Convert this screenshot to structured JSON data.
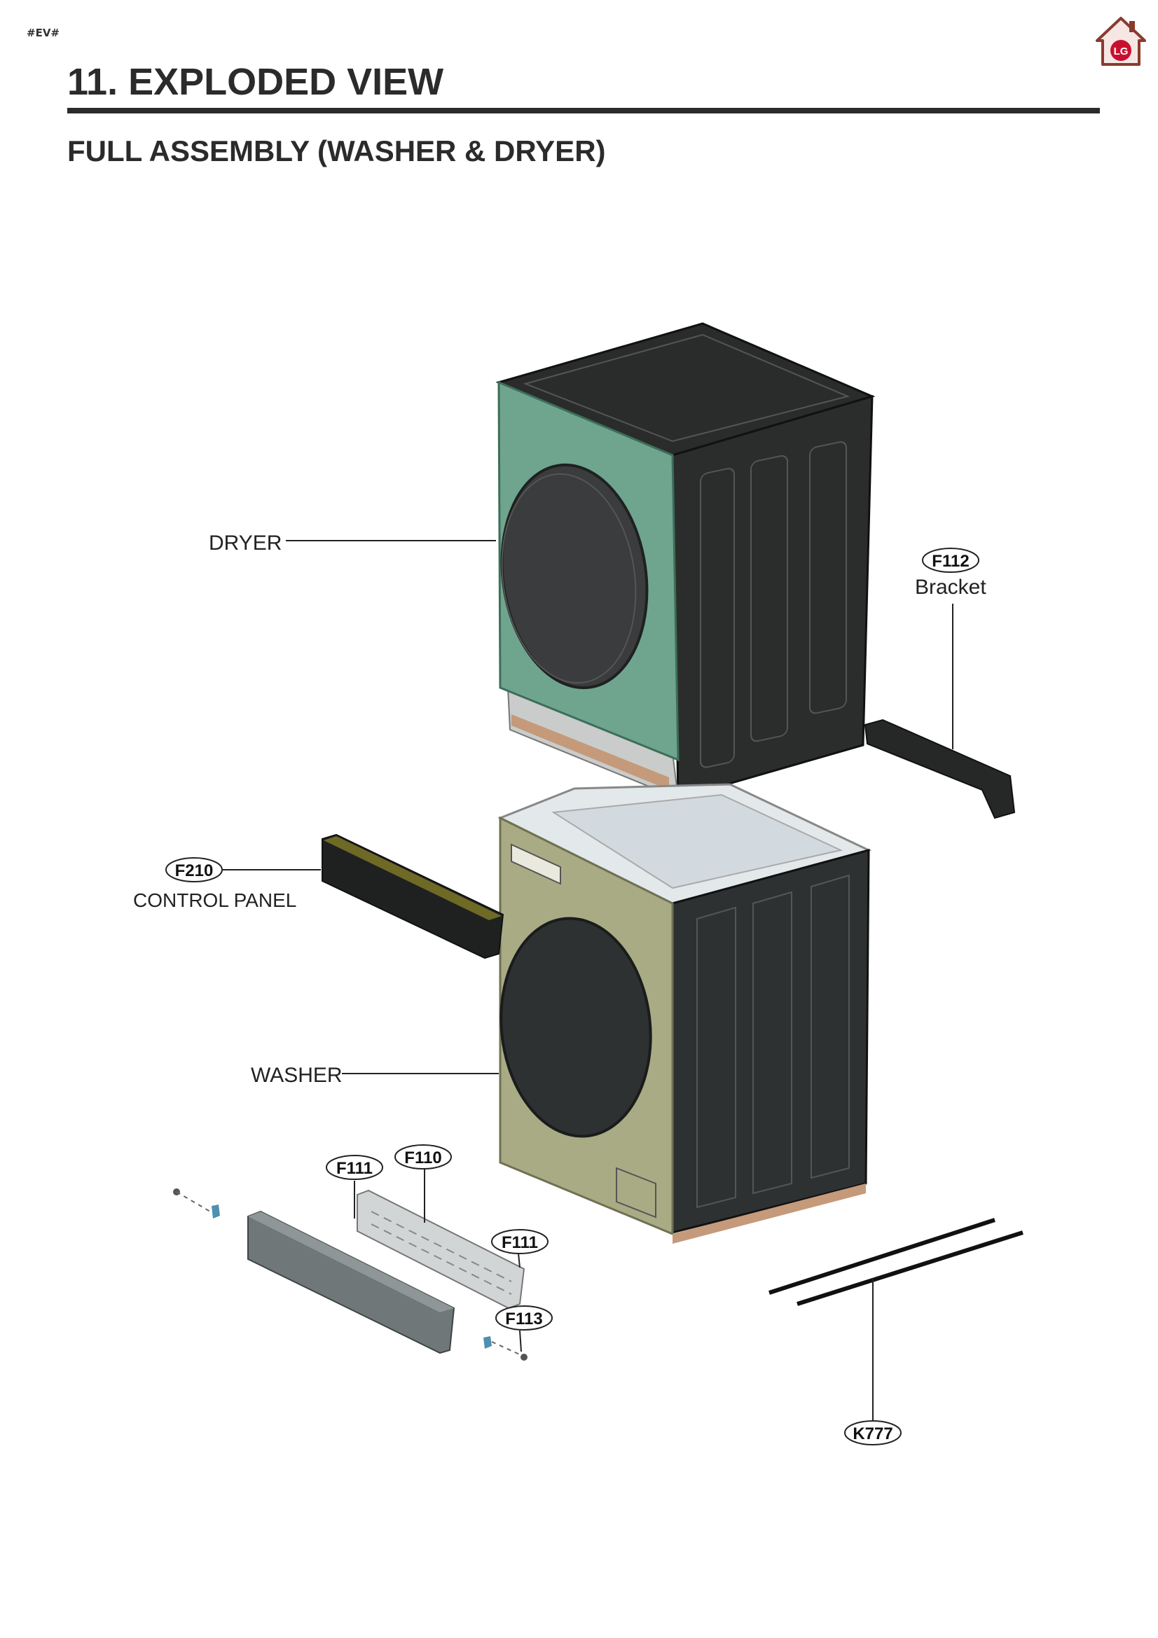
{
  "header": {
    "code_tag": "#EV#",
    "title": "11. EXPLODED VIEW",
    "subtitle": "FULL ASSEMBLY (WASHER & DRYER)",
    "logo_icon": "lg-home-logo-icon"
  },
  "labels": {
    "dryer": "DRYER",
    "washer": "WASHER",
    "bracket": "Bracket",
    "control_panel": "CONTROL PANEL"
  },
  "callouts": {
    "f112": "F112",
    "f210": "F210",
    "f111_a": "F111",
    "f110": "F110",
    "f111_b": "F111",
    "f113": "F113",
    "k777": "K777"
  },
  "colors": {
    "dryer_front": "#6fa58e",
    "washer_front": "#a9ab85",
    "cabinet_dark": "#2b2d2d",
    "door": "#3a3c3d",
    "logo_red": "#c8102e"
  }
}
